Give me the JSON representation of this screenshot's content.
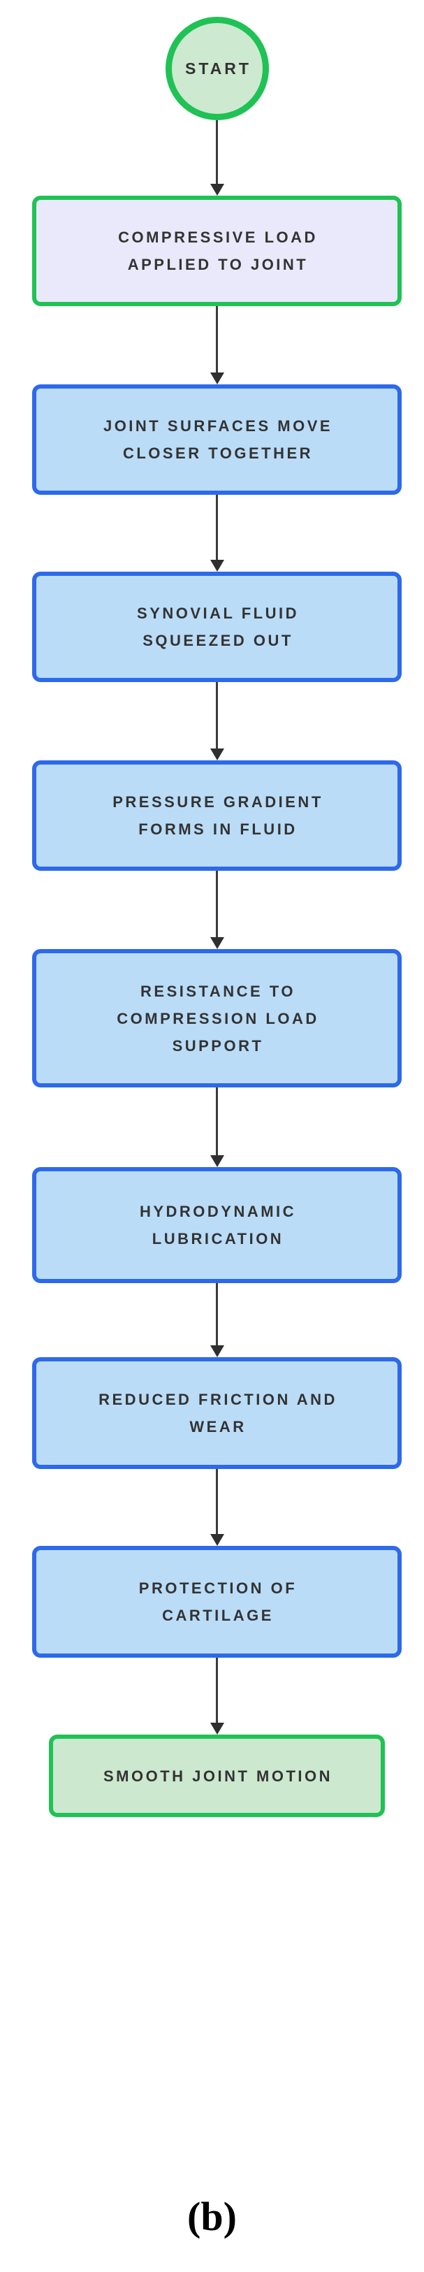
{
  "flowchart": {
    "start": {
      "label": "START"
    },
    "nodes": [
      {
        "label": "COMPRESSIVE LOAD\nAPPLIED TO JOINT"
      },
      {
        "label": "JOINT SURFACES MOVE\nCLOSER TOGETHER"
      },
      {
        "label": "SYNOVIAL FLUID\nSQUEEZED OUT"
      },
      {
        "label": "PRESSURE GRADIENT\nFORMS IN FLUID"
      },
      {
        "label": "RESISTANCE TO\nCOMPRESSION LOAD\nSUPPORT"
      },
      {
        "label": "HYDRODYNAMIC\nLUBRICATION"
      },
      {
        "label": "REDUCED FRICTION AND\nWEAR"
      },
      {
        "label": "PROTECTION OF\nCARTILAGE"
      },
      {
        "label": "SMOOTH JOINT MOTION"
      }
    ],
    "caption": "(b)"
  },
  "colors": {
    "green_border": "#1fc254",
    "blue_border": "#2d69eb",
    "lavender_fill": "#e9e9fb",
    "blue_fill": "#badcf7",
    "green_fill": "#cce8cf",
    "circle_fill": "#cde9d0",
    "text": "#333333",
    "arrow": "#2f2f2f",
    "background": "#ffffff"
  }
}
